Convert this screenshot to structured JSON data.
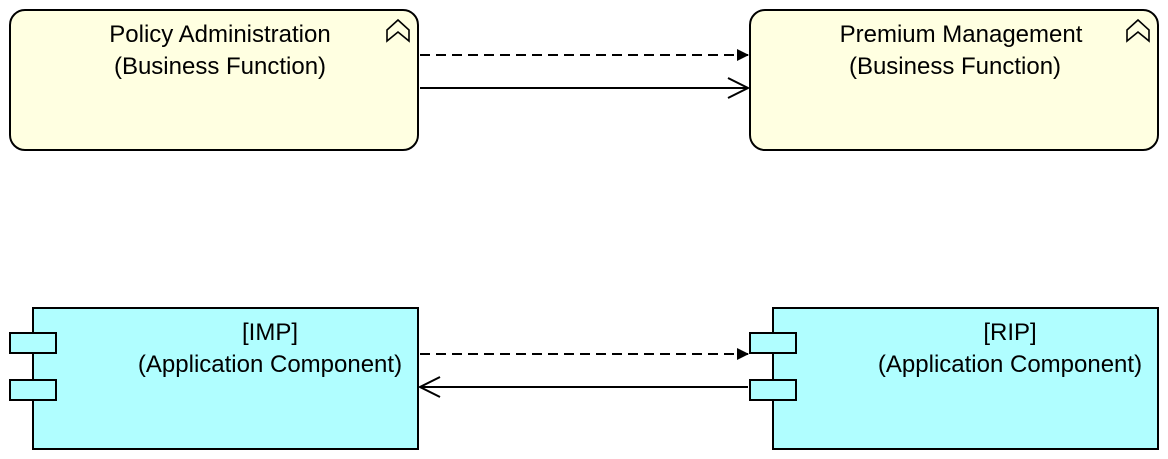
{
  "colors": {
    "business_function_fill": "#ffffe1",
    "application_component_fill": "#b0feff",
    "stroke": "#000000"
  },
  "nodes": {
    "policy_administration": {
      "name": "Policy Administration",
      "type": "(Business Function)",
      "icon": "business-function-icon"
    },
    "premium_management": {
      "name": "Premium Management",
      "type": "(Business Function)",
      "icon": "business-function-icon"
    },
    "imp": {
      "name": "[IMP]",
      "type": "(Application Component)",
      "icon": "application-component-icon"
    },
    "rip": {
      "name": "[RIP]",
      "type": "(Application Component)",
      "icon": "application-component-icon"
    }
  },
  "edges": [
    {
      "from": "policy_administration",
      "to": "premium_management",
      "kind": "flow",
      "style": "dashed"
    },
    {
      "from": "policy_administration",
      "to": "premium_management",
      "kind": "triggering",
      "style": "solid"
    },
    {
      "from": "imp",
      "to": "rip",
      "kind": "flow",
      "style": "dashed"
    },
    {
      "from": "rip",
      "to": "imp",
      "kind": "serving",
      "style": "solid"
    }
  ]
}
